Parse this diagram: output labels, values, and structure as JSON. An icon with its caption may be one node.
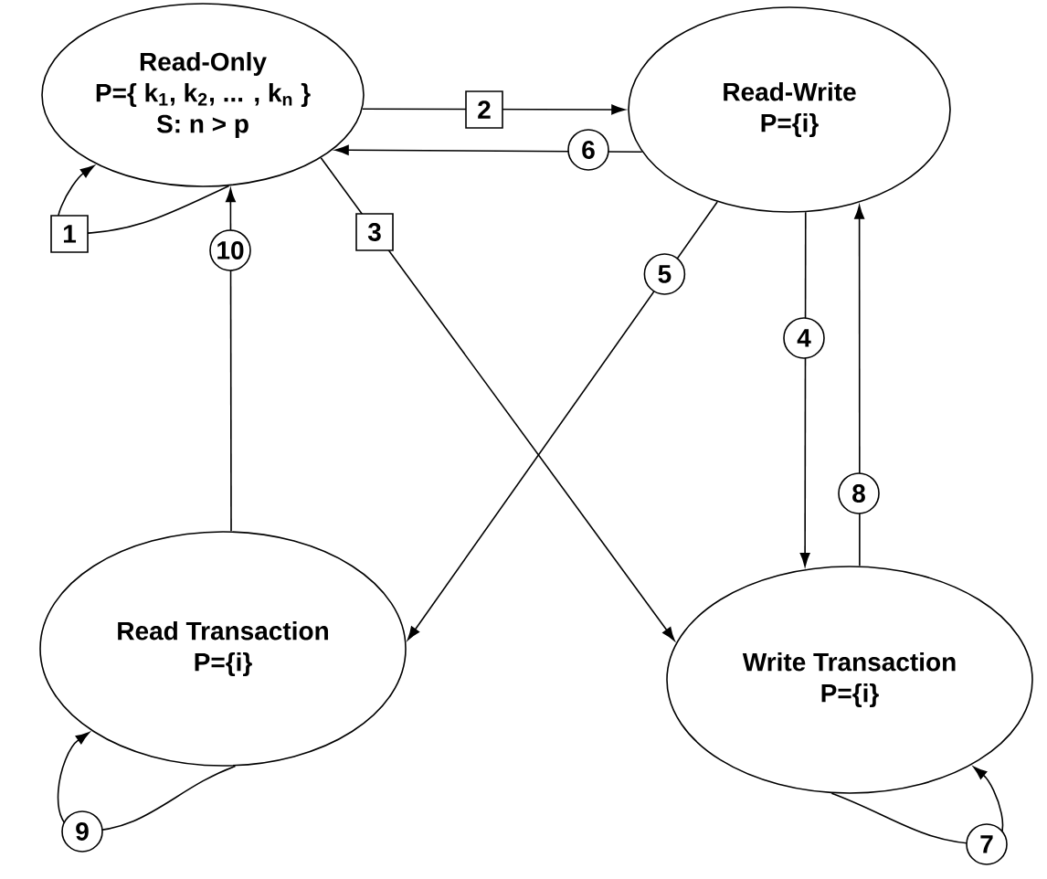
{
  "diagram": {
    "nodes": [
      {
        "text": [
          "Read-Only",
          "P={ k$_{1}$, k$_{2}$, ... , k$_{n}$ }",
          "S: n > p"
        ]
      },
      {
        "text": [
          "Read-Write",
          "P={i}"
        ]
      },
      {
        "text": [
          "Read Transaction",
          "P={i}"
        ]
      },
      {
        "text": [
          "Write Transaction",
          "P={i}"
        ]
      }
    ],
    "edges": [
      {
        "from": 0,
        "to": 0,
        "arrow": "to",
        "label": "1"
      },
      {
        "from": 0,
        "to": 1,
        "arrow": "to",
        "label": "2"
      },
      {
        "from": 1,
        "to": 0,
        "arrow": "to",
        "label": "6"
      },
      {
        "from": 0,
        "to": 3,
        "arrow": "to",
        "label": "3"
      },
      {
        "from": 1,
        "to": 2,
        "arrow": "to",
        "label": "5"
      },
      {
        "from": 1,
        "to": 3,
        "arrow": "to",
        "label": "4"
      },
      {
        "from": 3,
        "to": 1,
        "arrow": "to",
        "label": "8"
      },
      {
        "from": 3,
        "to": 3,
        "arrow": "to",
        "label": "7"
      },
      {
        "from": 2,
        "to": 2,
        "arrow": "to",
        "label": "9"
      },
      {
        "from": 2,
        "to": 0,
        "arrow": "to",
        "label": "10"
      }
    ]
  }
}
